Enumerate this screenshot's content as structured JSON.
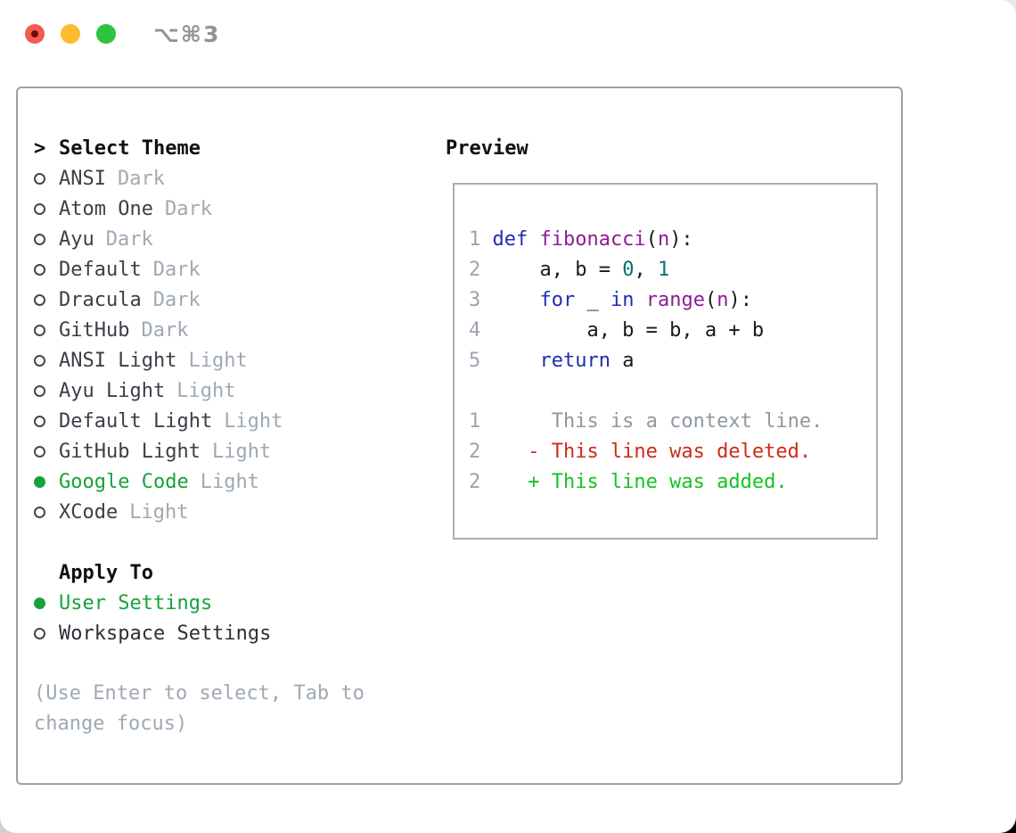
{
  "titlebar": {
    "title": "⌥⌘3"
  },
  "select_theme": {
    "prompt": ">",
    "title": "Select Theme",
    "items": [
      {
        "label": "ANSI",
        "tag": "Dark",
        "selected": false
      },
      {
        "label": "Atom One",
        "tag": "Dark",
        "selected": false
      },
      {
        "label": "Ayu",
        "tag": "Dark",
        "selected": false
      },
      {
        "label": "Default",
        "tag": "Dark",
        "selected": false
      },
      {
        "label": "Dracula",
        "tag": "Dark",
        "selected": false
      },
      {
        "label": "GitHub",
        "tag": "Dark",
        "selected": false
      },
      {
        "label": "ANSI Light",
        "tag": "Light",
        "selected": false
      },
      {
        "label": "Ayu Light",
        "tag": "Light",
        "selected": false
      },
      {
        "label": "Default Light",
        "tag": "Light",
        "selected": false
      },
      {
        "label": "GitHub Light",
        "tag": "Light",
        "selected": false
      },
      {
        "label": "Google Code",
        "tag": "Light",
        "selected": true
      },
      {
        "label": "XCode",
        "tag": "Light",
        "selected": false
      }
    ]
  },
  "apply_to": {
    "title": "Apply To",
    "options": [
      {
        "label": "User Settings",
        "selected": true
      },
      {
        "label": "Workspace Settings",
        "selected": false
      }
    ]
  },
  "help": "(Use Enter to select, Tab to change focus)",
  "preview": {
    "title": "Preview",
    "lines": [
      {
        "num": "1",
        "kind": "code",
        "segments": [
          {
            "t": "def ",
            "c": "kw"
          },
          {
            "t": "fibonacci",
            "c": "fn"
          },
          {
            "t": "(",
            "c": "pl"
          },
          {
            "t": "n",
            "c": "fn"
          },
          {
            "t": "):",
            "c": "pl"
          }
        ]
      },
      {
        "num": "2",
        "kind": "code",
        "segments": [
          {
            "t": "    a, b = ",
            "c": "pl"
          },
          {
            "t": "0",
            "c": "lit"
          },
          {
            "t": ", ",
            "c": "pl"
          },
          {
            "t": "1",
            "c": "lit"
          }
        ]
      },
      {
        "num": "3",
        "kind": "code",
        "segments": [
          {
            "t": "    ",
            "c": "pl"
          },
          {
            "t": "for",
            "c": "kw"
          },
          {
            "t": " _ ",
            "c": "pl"
          },
          {
            "t": "in",
            "c": "kw"
          },
          {
            "t": " ",
            "c": "pl"
          },
          {
            "t": "range",
            "c": "fn"
          },
          {
            "t": "(",
            "c": "pl"
          },
          {
            "t": "n",
            "c": "fn"
          },
          {
            "t": "):",
            "c": "pl"
          }
        ]
      },
      {
        "num": "4",
        "kind": "code",
        "segments": [
          {
            "t": "        a, b = b, a + b",
            "c": "pl"
          }
        ]
      },
      {
        "num": "5",
        "kind": "code",
        "segments": [
          {
            "t": "    ",
            "c": "pl"
          },
          {
            "t": "return",
            "c": "kw"
          },
          {
            "t": " a",
            "c": "pl"
          }
        ]
      },
      {
        "num": "",
        "kind": "blank",
        "segments": []
      },
      {
        "num": "1",
        "kind": "diff-context",
        "segments": [
          {
            "t": "     This is a context line.",
            "c": "ctx"
          }
        ]
      },
      {
        "num": "2",
        "kind": "diff-deleted",
        "segments": [
          {
            "t": "   - This line was deleted.",
            "c": "del"
          }
        ]
      },
      {
        "num": "2",
        "kind": "diff-added",
        "segments": [
          {
            "t": "   + This line was added.",
            "c": "add"
          }
        ]
      }
    ]
  },
  "colors": {
    "accent_green": "#16a339",
    "diff_added": "#13c31f",
    "diff_deleted": "#cd2b18",
    "keyword_blue": "#1f2db4",
    "type_purple": "#8d1d94",
    "literal_teal": "#0e6f72",
    "muted_gray": "#9fa9b4",
    "border_gray": "#99a2ad"
  }
}
